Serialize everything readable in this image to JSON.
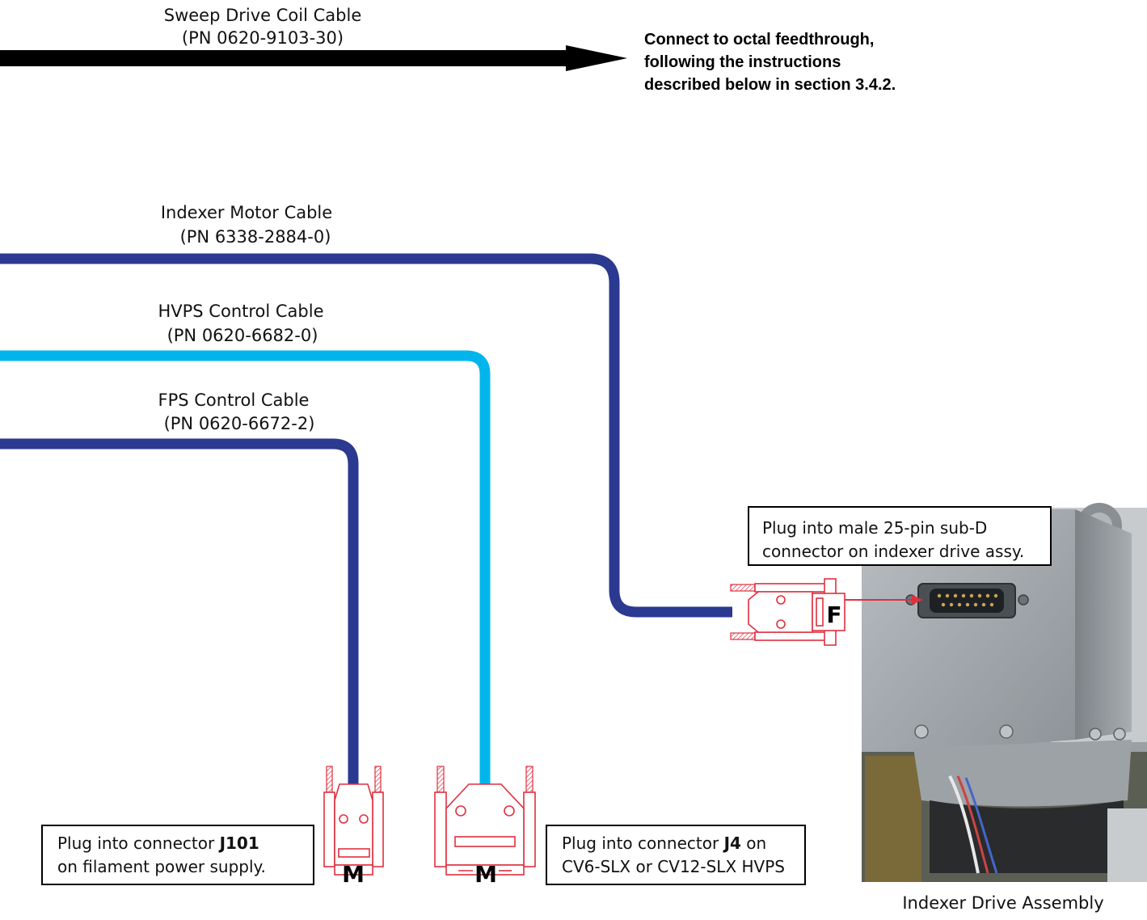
{
  "sweep_cable": {
    "title": "Sweep Drive Coil Cable",
    "pn": "(PN 0620-9103-30)",
    "note_lines": [
      "Connect to octal feedthrough,",
      "following the instructions",
      "described below in section 3.4.2."
    ]
  },
  "indexer_cable": {
    "title": "Indexer Motor Cable",
    "pn": "(PN 6338-2884-0)",
    "color": "#2b3990",
    "connector_gender": "F",
    "callout_lines": [
      "Plug into male 25-pin sub-D",
      "connector on indexer drive assy."
    ]
  },
  "hvps_cable": {
    "title": "HVPS Control Cable",
    "pn": "(PN 0620-6682-0)",
    "color": "#00b5ec",
    "connector_gender": "M",
    "callout": {
      "line1_prefix": "Plug into connector ",
      "line1_bold": "J4",
      "line1_suffix": " on",
      "line2": "CV6-SLX or CV12-SLX HVPS"
    }
  },
  "fps_cable": {
    "title": "FPS Control Cable",
    "pn": "(PN 0620-6672-2)",
    "color": "#2b3990",
    "connector_gender": "M",
    "callout": {
      "line1_prefix": "Plug into connector ",
      "line1_bold": "J101",
      "line2": "on filament power supply."
    }
  },
  "photo": {
    "caption": "Indexer Drive Assembly"
  },
  "colors": {
    "connector_red": "#e0303f",
    "arrow_black": "#000000"
  }
}
